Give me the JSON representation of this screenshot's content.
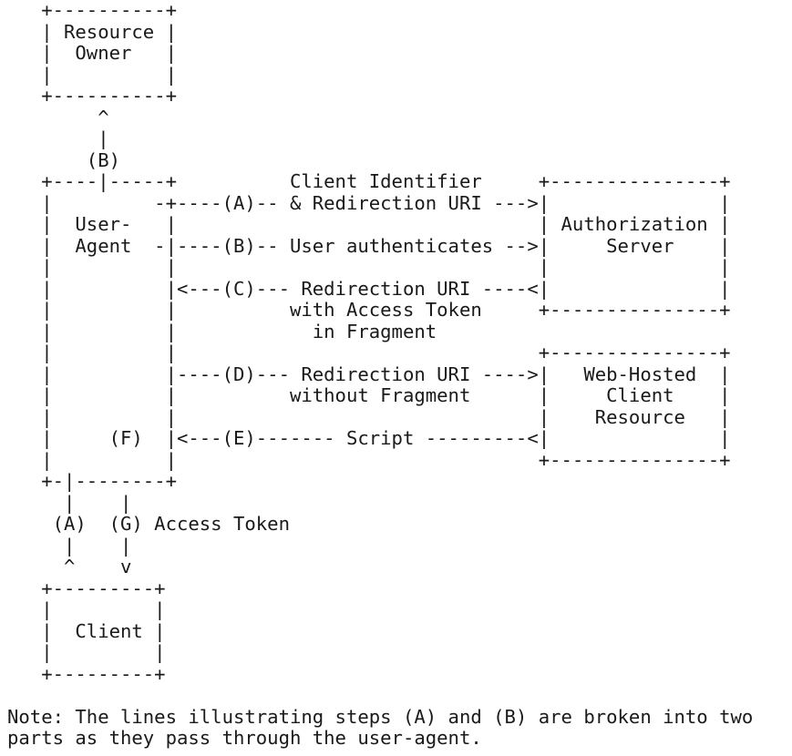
{
  "diagram_lines": [
    "   +----------+",
    "   | Resource |",
    "   |  Owner   |",
    "   |          |",
    "   +----------+",
    "        ^",
    "        |",
    "       (B)",
    "   +----|-----+          Client Identifier     +---------------+",
    "   |         -+----(A)-- & Redirection URI --->|               |",
    "   |  User-   |                                | Authorization |",
    "   |  Agent  -|----(B)-- User authenticates -->|     Server    |",
    "   |          |                                |               |",
    "   |          |<---(C)--- Redirection URI ----<|               |",
    "   |          |          with Access Token     +---------------+",
    "   |          |            in Fragment",
    "   |          |                                +---------------+",
    "   |          |----(D)--- Redirection URI ---->|   Web-Hosted  |",
    "   |          |          without Fragment      |     Client    |",
    "   |          |                                |    Resource   |",
    "   |     (F)  |<---(E)------- Script ---------<|               |",
    "   |          |                                +---------------+",
    "   +-|--------+",
    "     |    |",
    "    (A)  (G) Access Token",
    "     |    |",
    "     ^    v",
    "   +---------+",
    "   |         |",
    "   |  Client |",
    "   |         |",
    "   +---------+",
    "",
    "Note: The lines illustrating steps (A) and (B) are broken into two",
    "parts as they pass through the user-agent."
  ]
}
